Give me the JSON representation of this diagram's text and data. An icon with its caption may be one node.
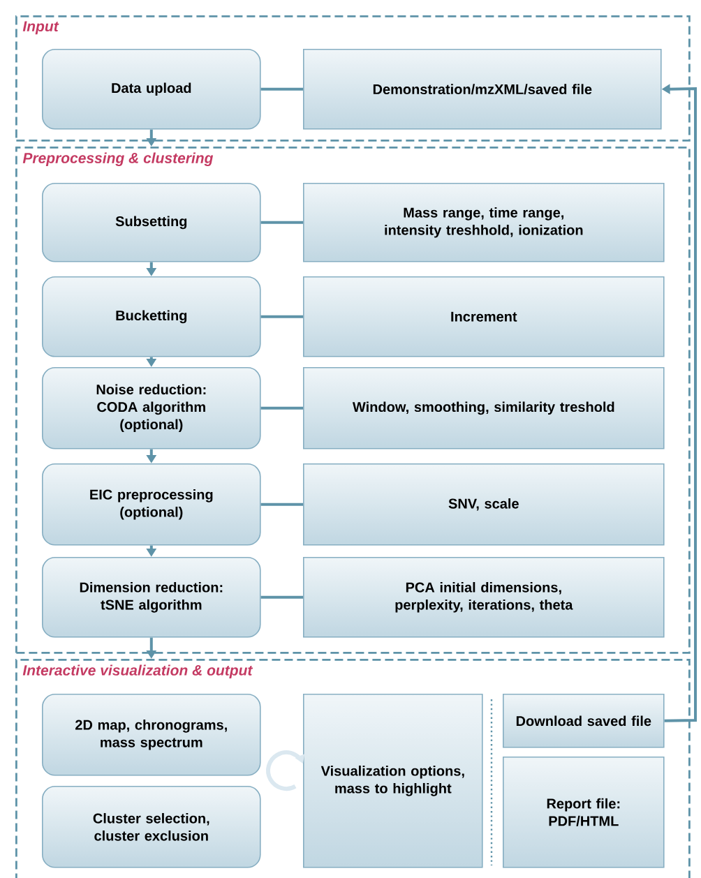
{
  "diagram": {
    "nodes": [
      {
        "text": [
          "Input"
        ]
      },
      {
        "text": [
          "Data upload"
        ],
        "in": 0
      },
      {
        "text": [
          "Demonstration/mzXML/saved file"
        ],
        "in": 0
      },
      {
        "text": [
          "Preprocessing & clustering"
        ]
      },
      {
        "text": [
          "Subsetting"
        ],
        "in": 3
      },
      {
        "text": [
          "Mass range, time range, intensity treshhold, ionization"
        ],
        "in": 3
      },
      {
        "text": [
          "Bucketting"
        ],
        "in": 3
      },
      {
        "text": [
          "Increment"
        ],
        "in": 3
      },
      {
        "text": [
          "Noise reduction: CODA algorithm (optional)"
        ],
        "in": 3
      },
      {
        "text": [
          "Window, smoothing, similarity treshold"
        ],
        "in": 3
      },
      {
        "text": [
          "EIC preprocessing (optional)"
        ],
        "in": 3
      },
      {
        "text": [
          "SNV, scale"
        ],
        "in": 3
      },
      {
        "text": [
          "Dimension reduction: tSNE algorithm"
        ],
        "in": 3
      },
      {
        "text": [
          "PCA initial dimensions, perplexity, iterations, theta"
        ],
        "in": 3
      },
      {
        "text": [
          "Interactive visualization & output"
        ]
      },
      {
        "text": [
          "2D map, chronograms, mass spectrum"
        ],
        "in": 14
      },
      {
        "text": [
          "Cluster selection, cluster exclusion"
        ],
        "in": 14
      },
      {
        "text": [
          "Visualization options, mass to highlight"
        ],
        "in": 14
      },
      {
        "text": [
          "Download saved file"
        ],
        "in": 14
      },
      {
        "text": [
          "Report file: PDF/HTML"
        ],
        "in": 14
      }
    ],
    "edges": [
      {
        "from": 1,
        "to": 2,
        "arrow": "none"
      },
      {
        "from": 1,
        "to": 3,
        "arrow": "to"
      },
      {
        "from": 4,
        "to": 5,
        "arrow": "none"
      },
      {
        "from": 4,
        "to": 6,
        "arrow": "to"
      },
      {
        "from": 6,
        "to": 7,
        "arrow": "none"
      },
      {
        "from": 6,
        "to": 8,
        "arrow": "to"
      },
      {
        "from": 8,
        "to": 9,
        "arrow": "none"
      },
      {
        "from": 8,
        "to": 10,
        "arrow": "to"
      },
      {
        "from": 10,
        "to": 11,
        "arrow": "none"
      },
      {
        "from": 10,
        "to": 12,
        "arrow": "to"
      },
      {
        "from": 12,
        "to": 13,
        "arrow": "none"
      },
      {
        "from": 12,
        "to": 14,
        "arrow": "to"
      },
      {
        "from": 18,
        "to": 2,
        "arrow": "to"
      },
      {
        "from": 17,
        "to": 17,
        "arrow": "to",
        "color": "#dbe8f0"
      }
    ]
  }
}
